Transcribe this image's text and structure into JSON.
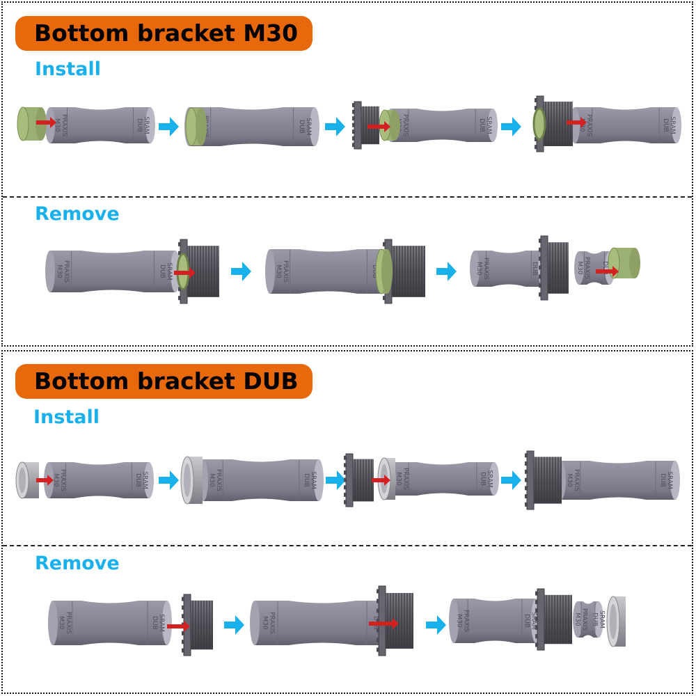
{
  "sections": [
    {
      "title": "Bottom bracket M30",
      "install_label": "Install",
      "remove_label": "Remove"
    },
    {
      "title": "Bottom bracket DUB",
      "install_label": "Install",
      "remove_label": "Remove"
    }
  ],
  "tube_markings": {
    "left": [
      "PRAXIS",
      "M30"
    ],
    "right": [
      "SRAM",
      "DUB"
    ]
  },
  "colors": {
    "badge": "#e8690b",
    "heading": "#1ab0ec",
    "step_arrow": "#1ab0ec",
    "push_arrow": "#d42020",
    "tube": "#8a8a9a",
    "green_cup": "#a8bd7c",
    "threaded_cup": "#5e5e66"
  }
}
